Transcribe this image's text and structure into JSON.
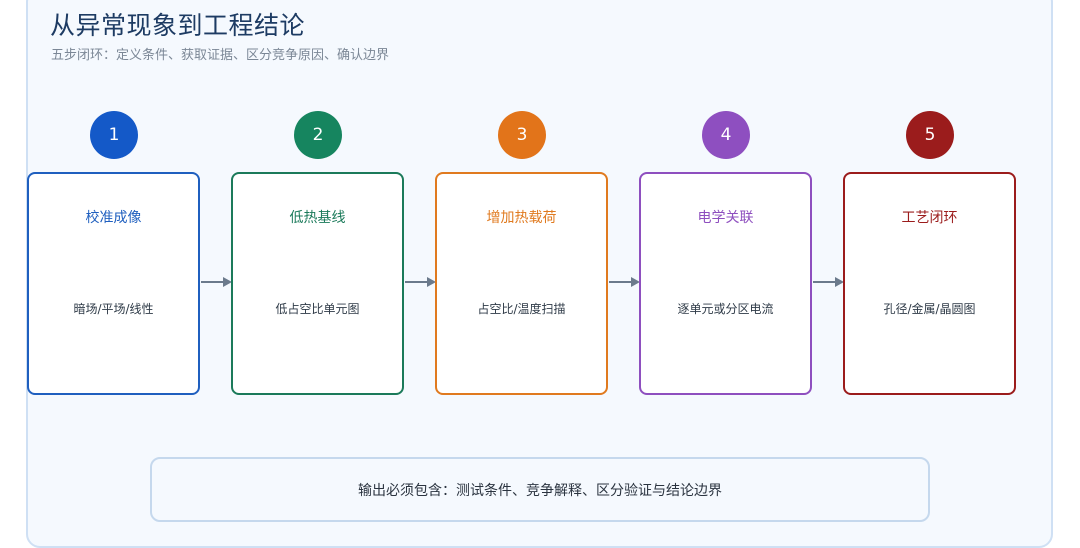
{
  "header": {
    "title": "从异常现象到工程结论",
    "subtitle": "五步闭环：定义条件、获取证据、区分竞争原因、确认边界"
  },
  "steps": [
    {
      "number": "1",
      "title": "校准成像",
      "desc": "暗场/平场/线性",
      "color": "#1f5fbf",
      "circle_color": "#1459c8"
    },
    {
      "number": "2",
      "title": "低热基线",
      "desc": "低占空比单元图",
      "color": "#1b7a5a",
      "circle_color": "#16855f"
    },
    {
      "number": "3",
      "title": "增加热载荷",
      "desc": "占空比/温度扫描",
      "color": "#e07a1f",
      "circle_color": "#e2741a"
    },
    {
      "number": "4",
      "title": "电学关联",
      "desc": "逐单元或分区电流",
      "color": "#8e4fbf",
      "circle_color": "#8e4fc0"
    },
    {
      "number": "5",
      "title": "工艺闭环",
      "desc": "孔径/金属/晶圆图",
      "color": "#9b1c1c",
      "circle_color": "#9b1c1c"
    }
  ],
  "footer": {
    "text": "输出必须包含：测试条件、竞争解释、区分验证与结论边界"
  }
}
